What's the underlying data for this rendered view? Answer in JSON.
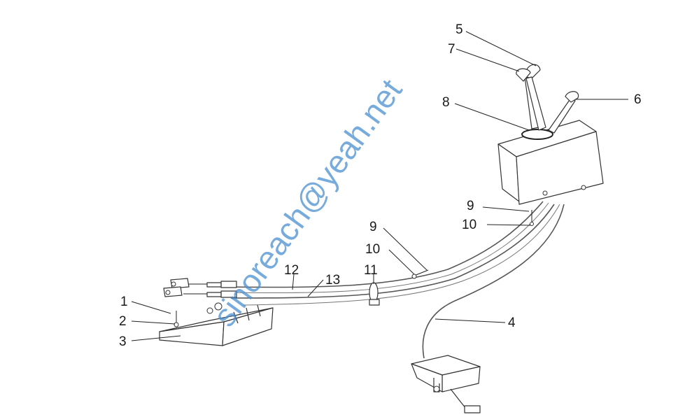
{
  "diagram": {
    "watermark": "sinoreach@yeah.net",
    "callouts": {
      "c1": "1",
      "c2": "2",
      "c3": "3",
      "c4": "4",
      "c5": "5",
      "c6": "6",
      "c7": "7",
      "c8": "8",
      "c9a": "9",
      "c10a": "10",
      "c9b": "9",
      "c10b": "10",
      "c11": "11",
      "c12": "12",
      "c13": "13"
    }
  }
}
